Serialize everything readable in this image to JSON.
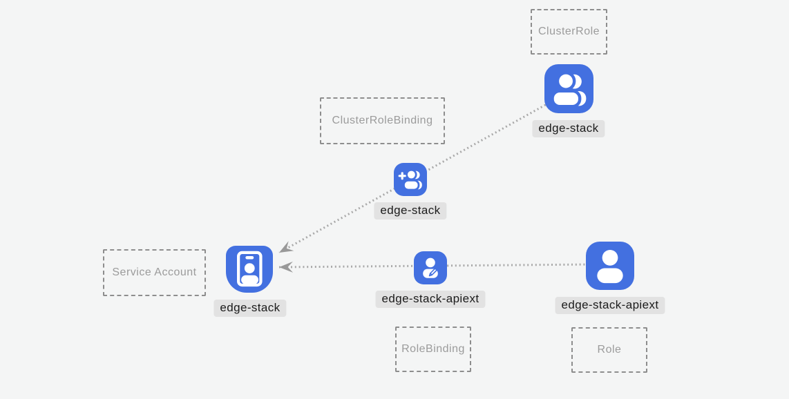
{
  "diagram": {
    "title": "kubernetes-rbac-graph",
    "background": "#f4f5f5",
    "colors": {
      "node_blue": "#4370e0",
      "node_glyph": "#ffffff",
      "label_bg": "#e2e2e2",
      "label_text": "#1b1b1b",
      "box_border": "#8d8d8d",
      "box_text": "#9b9b9b",
      "edge_line": "#a9a9a9",
      "arrowhead": "#999999"
    },
    "type_boxes": [
      {
        "label": "ClusterRole"
      },
      {
        "label": "ClusterRoleBinding"
      },
      {
        "label": "Service Account"
      },
      {
        "label": "RoleBinding"
      },
      {
        "label": "Role"
      }
    ],
    "nodes": [
      {
        "type": "ClusterRole",
        "label": "edge-stack",
        "icon": "group-icon"
      },
      {
        "type": "ClusterRoleBinding",
        "label": "edge-stack",
        "icon": "person-add-icon"
      },
      {
        "type": "ServiceAccount",
        "label": "edge-stack",
        "icon": "id-badge-icon"
      },
      {
        "type": "RoleBinding",
        "label": "edge-stack-apiext",
        "icon": "person-edit-icon"
      },
      {
        "type": "Role",
        "label": "edge-stack-apiext",
        "icon": "person-icon"
      }
    ],
    "edges": [
      {
        "from": "ClusterRole edge-stack",
        "via": "ClusterRoleBinding edge-stack",
        "to": "ServiceAccount edge-stack",
        "style": "dotted, arrow at service account"
      },
      {
        "from": "Role edge-stack-apiext",
        "via": "RoleBinding edge-stack-apiext",
        "to": "ServiceAccount edge-stack",
        "style": "dotted, arrow at service account"
      }
    ]
  }
}
